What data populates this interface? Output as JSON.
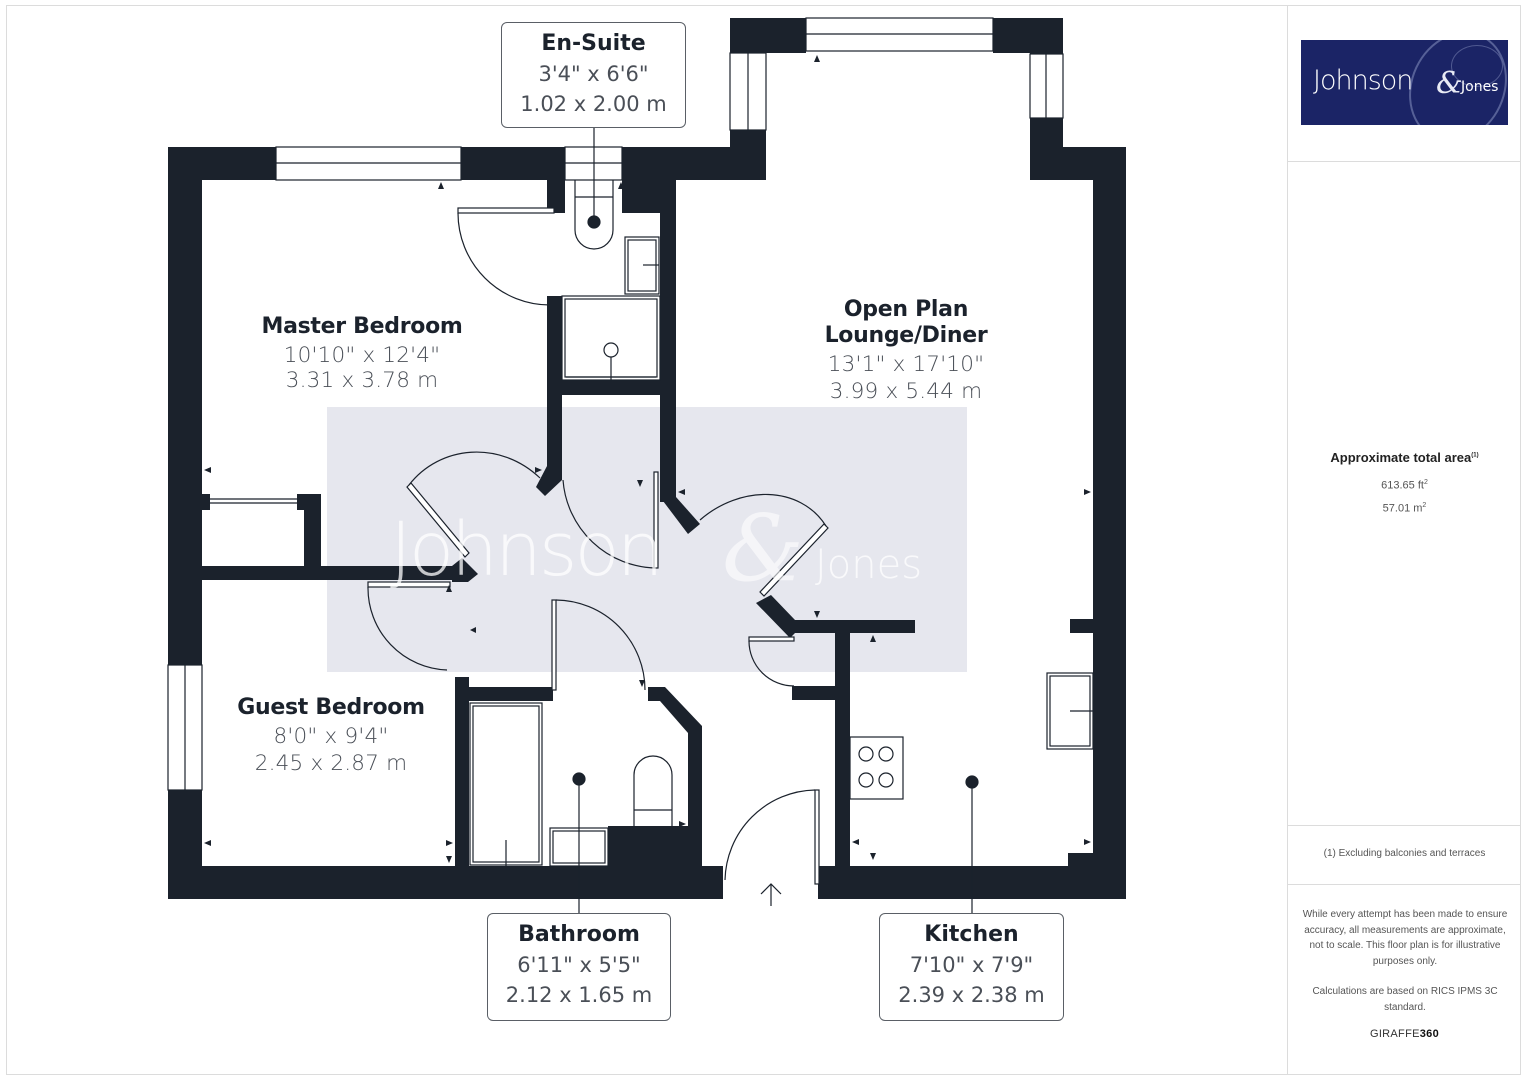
{
  "colors": {
    "wall": "#1b222c",
    "watermark_bg": "#e6e7ee",
    "logo_bg": "#1b2466",
    "text_dark": "#1b222c",
    "text_dim": "#4a4f57"
  },
  "logo": {
    "brand_left": "Johnson",
    "brand_amp": "&",
    "brand_right": "Jones"
  },
  "watermark": {
    "left": "Johnson",
    "amp": "&",
    "right": "Jones"
  },
  "rooms": [
    {
      "id": "en-suite",
      "name": "En-Suite",
      "imperial": "3'4\" x 6'6\"",
      "metric": "1.02 x 2.00 m"
    },
    {
      "id": "master-bedroom",
      "name": "Master Bedroom",
      "imperial": "10'10\" x 12'4\"",
      "metric": "3.31 x 3.78 m"
    },
    {
      "id": "lounge-diner",
      "name_line1": "Open Plan",
      "name_line2": "Lounge/Diner",
      "imperial": "13'1\" x 17'10\"",
      "metric": "3.99 x 5.44 m"
    },
    {
      "id": "guest-bedroom",
      "name": "Guest Bedroom",
      "imperial": "8'0\" x 9'4\"",
      "metric": "2.45 x 2.87 m"
    },
    {
      "id": "bathroom",
      "name": "Bathroom",
      "imperial": "6'11\" x 5'5\"",
      "metric": "2.12 x 1.65 m"
    },
    {
      "id": "kitchen",
      "name": "Kitchen",
      "imperial": "7'10\" x 7'9\"",
      "metric": "2.39 x 2.38 m"
    }
  ],
  "sidebar": {
    "area_title": "Approximate total area",
    "area_footnote_mark": "(1)",
    "area_ft": "613.65 ft",
    "area_ft_sup": "2",
    "area_m": "57.01 m",
    "area_m_sup": "2",
    "note": "(1) Excluding balconies and terraces",
    "disclaimer_1": "While every attempt has been made to ensure accuracy, all measurements are approximate, not to scale. This floor plan is for illustrative purposes only.",
    "disclaimer_2": "Calculations are based on RICS IPMS 3C standard.",
    "brand_prefix": "GIRAFFE",
    "brand_suffix": "360"
  }
}
